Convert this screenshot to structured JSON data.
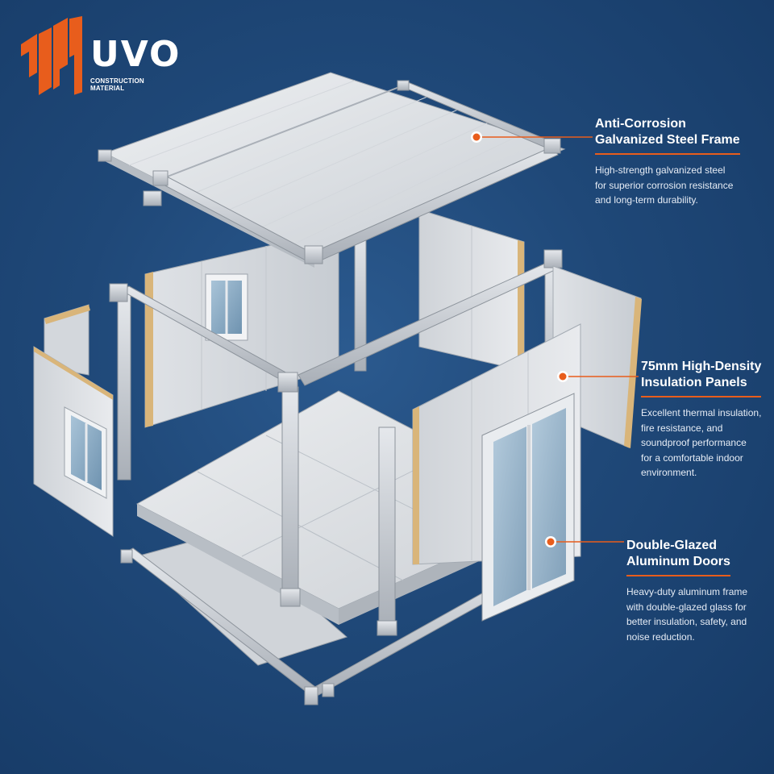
{
  "brand": {
    "name": "UVO",
    "subtitle_line1": "CONSTRUCTION",
    "subtitle_line2": "MATERIAL",
    "accent_color": "#e85d1c"
  },
  "callouts": [
    {
      "title_line1": "Anti-Corrosion",
      "title_line2": "Galvanized Steel Frame",
      "body_lines": [
        "High-strength galvanized steel",
        "for superior corrosion resistance",
        "and long-term durability."
      ]
    },
    {
      "title_line1": "75mm High-Density",
      "title_line2": "Insulation Panels",
      "body_lines": [
        "Excellent thermal insulation,",
        "fire resistance, and",
        "soundproof performance",
        "for a comfortable indoor",
        "environment."
      ]
    },
    {
      "title_line1": "Double-Glazed",
      "title_line2": "Aluminum Doors",
      "body_lines": [
        "Heavy-duty aluminum frame",
        "with double-glazed glass for",
        "better insulation, safety, and",
        "noise reduction."
      ]
    }
  ],
  "colors": {
    "background": "#1f4878",
    "frame": "#c9ced6",
    "panel": "#dfe2e6",
    "core": "#d9b57a",
    "glass": "#8fb3cf"
  }
}
